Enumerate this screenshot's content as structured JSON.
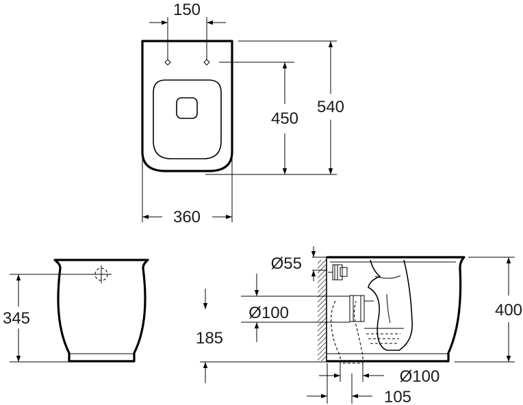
{
  "drawing": {
    "top_view": {
      "dim_bolt_spacing": "150",
      "dim_width": "360",
      "dim_seat_depth": "450",
      "dim_total_depth": "540"
    },
    "rear_view": {
      "dim_inlet_height": "345"
    },
    "side_view": {
      "dim_inlet_diameter": "Ø55",
      "dim_outlet_diameter": "Ø100",
      "dim_outlet_height": "185",
      "dim_floor_outlet_diameter": "Ø100",
      "dim_outlet_offset": "105",
      "dim_height": "400"
    }
  }
}
